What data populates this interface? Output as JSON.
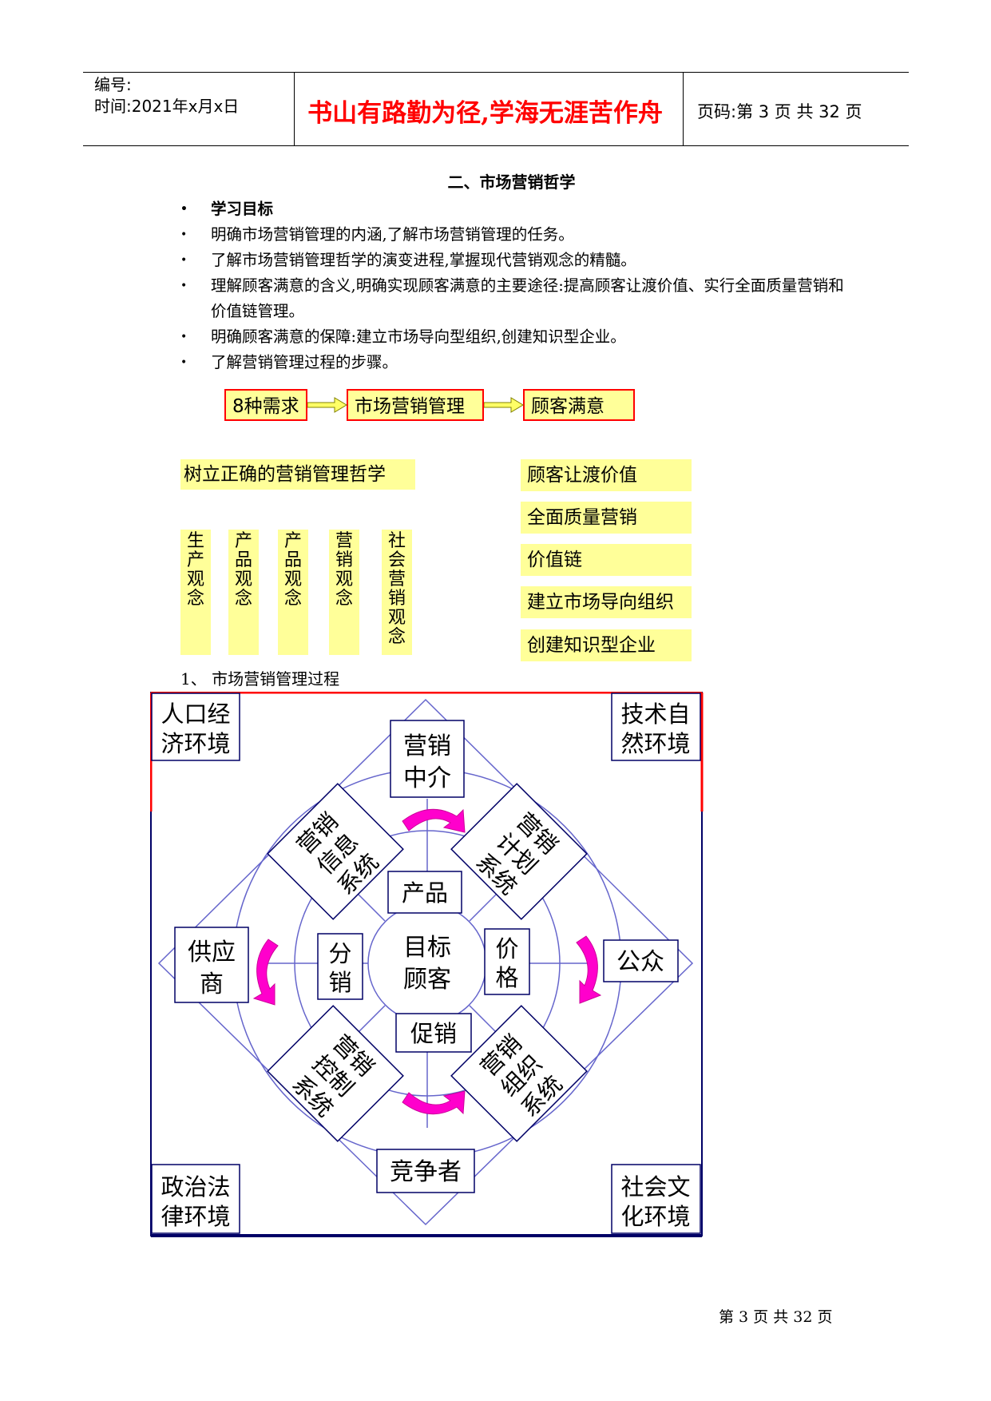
{
  "header": {
    "number_label": "编号:",
    "time_label": "时间:2021年x月x日",
    "motto": "书山有路勤为径,学海无涯苦作舟",
    "page_info": "页码:第 3 页  共 32 页"
  },
  "section_title": "二、市场营销哲学",
  "objectives": [
    "学习目标",
    "明确市场营销管理的内涵,了解市场营销管理的任务。",
    "了解市场营销管理哲学的演变进程,掌握现代营销观念的精髓。",
    "理解顾客满意的含义,明确实现顾客满意的主要途径:提高顾客让渡价值、实行全面质量营销和价值链管理。",
    "明确顾客满意的保障:建立市场导向型组织,创建知识型企业。",
    "了解营销管理过程的步骤。"
  ],
  "flow": [
    "8种需求",
    "市场营销管理",
    "顾客满意"
  ],
  "philosophy_title": "树立正确的营销管理哲学",
  "concepts": [
    "生产观念",
    "产品观念",
    "产品观念",
    "营销观念",
    "社会营销观念"
  ],
  "satisfaction_items": [
    "顾客让渡价值",
    "全面质量营销",
    "价值链",
    "建立市场导向组织",
    "创建知识型企业"
  ],
  "process_heading": "1、  市场营销管理过程",
  "diagram": {
    "corners": {
      "top_left": [
        "人口经",
        "济环境"
      ],
      "top_right": [
        "技术自",
        "然环境"
      ],
      "bottom_left": [
        "政治法",
        "律环境"
      ],
      "bottom_right": [
        "社会文",
        "化环境"
      ]
    },
    "outer": {
      "top": [
        "营销",
        "中介"
      ],
      "left": [
        "供应",
        "商"
      ],
      "right": "公众",
      "bottom": "竞争者"
    },
    "systems": {
      "top_left": [
        "营销",
        "信息",
        "系统"
      ],
      "top_right": [
        "营销",
        "计划",
        "系统"
      ],
      "bottom_left": [
        "营销",
        "控制",
        "系统"
      ],
      "bottom_right": [
        "营销",
        "组织",
        "系统"
      ]
    },
    "mix": {
      "top": "产品",
      "left": [
        "分",
        "销"
      ],
      "right": [
        "价",
        "格"
      ],
      "bottom": "促销"
    },
    "center": [
      "目标",
      "顾客"
    ],
    "colors": {
      "border_top": "#ff0000",
      "border_bottom": "#000066",
      "lines": "#6666cc",
      "arrows": "#ff00cc"
    }
  },
  "footer": "第 3 页  共 32 页"
}
